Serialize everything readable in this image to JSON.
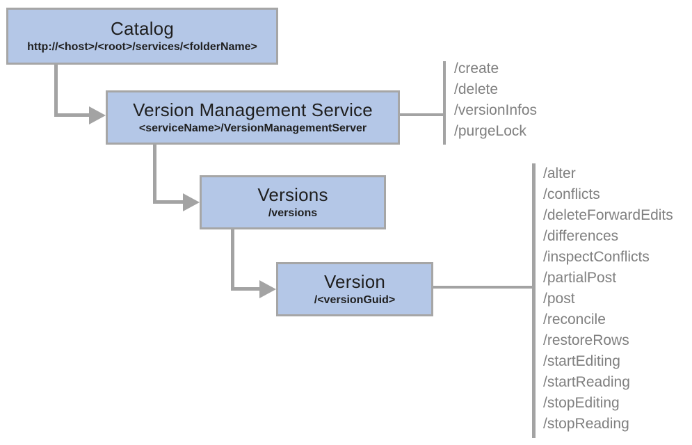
{
  "diagram": {
    "nodes": [
      {
        "id": "catalog",
        "title": "Catalog",
        "subtitle": "http://<host>/<root>/services/<folderName>"
      },
      {
        "id": "vms",
        "title": "Version Management Service",
        "subtitle": "<serviceName>/VersionManagementServer"
      },
      {
        "id": "versions",
        "title": "Versions",
        "subtitle": "/versions"
      },
      {
        "id": "version",
        "title": "Version",
        "subtitle": "/<versionGuid>"
      }
    ],
    "vms_operations": [
      "/create",
      "/delete",
      "/versionInfos",
      "/purgeLock"
    ],
    "version_operations": [
      "/alter",
      "/conflicts",
      "/deleteForwardEdits",
      "/differences",
      "/inspectConflicts",
      "/partialPost",
      "/post",
      "/reconcile",
      "/restoreRows",
      "/startEditing",
      "/startReading",
      "/stopEditing",
      "/stopReading"
    ]
  },
  "colors": {
    "node_fill": "#b4c7e7",
    "node_border": "#a6a6a6",
    "connector": "#a3a3a3",
    "op_text": "#7f7f7f",
    "title_text": "#1f1f1f",
    "bg": "#ffffff"
  }
}
